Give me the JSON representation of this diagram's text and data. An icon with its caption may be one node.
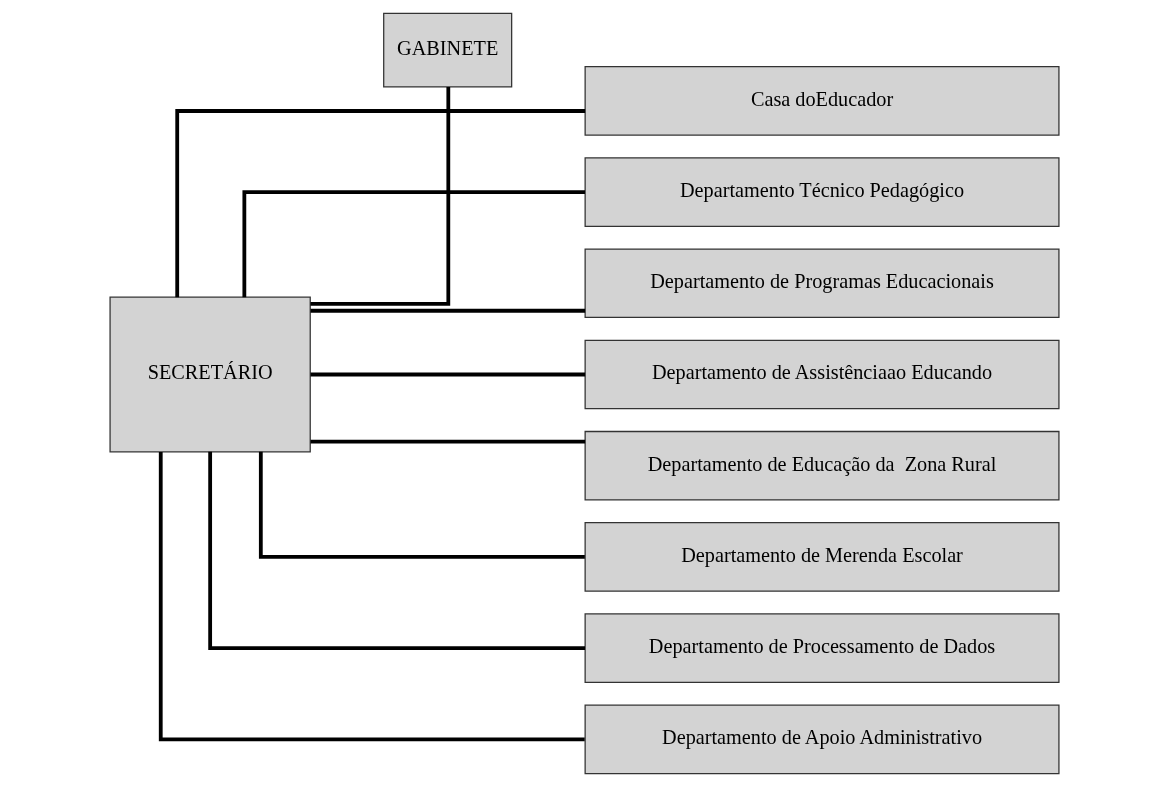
{
  "diagram": {
    "nodes": [
      {
        "text": [
          "SECRETÁRIO"
        ]
      },
      {
        "text": [
          "GABINETE"
        ]
      },
      {
        "text": [
          "Casa doEducador"
        ]
      },
      {
        "text": [
          "Departamento Técnico Pedagógico"
        ]
      },
      {
        "text": [
          "Departamento de Programas Educacionais"
        ]
      },
      {
        "text": [
          "Departamento de Assistênciaao Educando"
        ]
      },
      {
        "text": [
          "Departamento de Educação da  Zona Rural"
        ]
      },
      {
        "text": [
          "Departamento de Merenda Escolar"
        ]
      },
      {
        "text": [
          "Departamento de Processamento de Dados"
        ]
      },
      {
        "text": [
          "Departamento de Apoio Administrativo"
        ]
      }
    ],
    "edges": [
      {
        "from": 0,
        "to": 1,
        "arrow": "none"
      },
      {
        "from": 0,
        "to": 2,
        "arrow": "none"
      },
      {
        "from": 0,
        "to": 3,
        "arrow": "none"
      },
      {
        "from": 0,
        "to": 4,
        "arrow": "none"
      },
      {
        "from": 0,
        "to": 5,
        "arrow": "none"
      },
      {
        "from": 0,
        "to": 6,
        "arrow": "none"
      },
      {
        "from": 0,
        "to": 7,
        "arrow": "none"
      },
      {
        "from": 0,
        "to": 8,
        "arrow": "none"
      },
      {
        "from": 0,
        "to": 9,
        "arrow": "none"
      }
    ]
  }
}
